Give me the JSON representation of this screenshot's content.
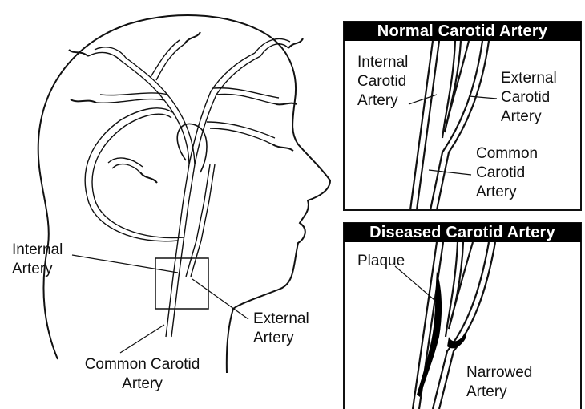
{
  "head_labels": {
    "internal": [
      "Internal",
      "Artery"
    ],
    "external": [
      "External",
      "Artery"
    ],
    "common": [
      "Common Carotid",
      "Artery"
    ]
  },
  "normal_panel": {
    "title": "Normal Carotid Artery",
    "internal": [
      "Internal",
      "Carotid",
      "Artery"
    ],
    "external": [
      "External",
      "Carotid",
      "Artery"
    ],
    "common": [
      "Common",
      "Carotid",
      "Artery"
    ]
  },
  "diseased_panel": {
    "title": "Diseased Carotid Artery",
    "plaque": "Plaque",
    "narrowed": [
      "Narrowed",
      "Artery"
    ]
  },
  "colors": {
    "ink": "#111111",
    "background": "#ffffff",
    "plaque": "#000000"
  }
}
